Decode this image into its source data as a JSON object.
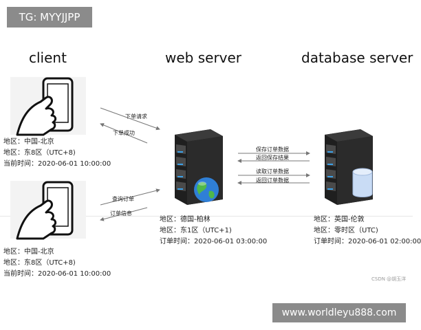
{
  "watermark_badge": "TG: MYYJJPP",
  "watermark_link": "www.worldleyu888.com",
  "csdn_mark": "CSDN @胡玉洋",
  "titles": {
    "client": "client",
    "web_server": "web server",
    "database_server": "database server"
  },
  "clients": [
    {
      "region": "地区：中国-北京",
      "zone": "地区：东8区（UTC+8)",
      "time": "当前时间：2020-06-01 10:00:00"
    },
    {
      "region": "地区：中国-北京",
      "zone": "地区：东8区（UTC+8)",
      "time": "当前时间：2020-06-01 10:00:00"
    }
  ],
  "web_server": {
    "region": "地区：德国-柏林",
    "zone": "地区：东1区（UTC+1)",
    "time": "订单时间：2020-06-01 03:00:00"
  },
  "database_server": {
    "region": "地区：英国-伦敦",
    "zone": "地区：零时区（UTC)",
    "time": "订单时间：2020-06-01 02:00:00"
  },
  "client_web_labels": {
    "place_order": "下单请求",
    "order_success": "下单成功",
    "query_order": "查询订单",
    "order_info": "订单信息"
  },
  "web_db_labels": {
    "save_order": "保存订单数据",
    "save_result": "返回保存结果",
    "read_order": "读取订单数据",
    "return_order": "返回订单数据"
  },
  "colors": {
    "server_body": "#2b2b2b",
    "server_slot_light": "#3aa0e8",
    "globe": "#2f7fd6",
    "database": "#c9dcf5",
    "arrow": "#777777"
  }
}
